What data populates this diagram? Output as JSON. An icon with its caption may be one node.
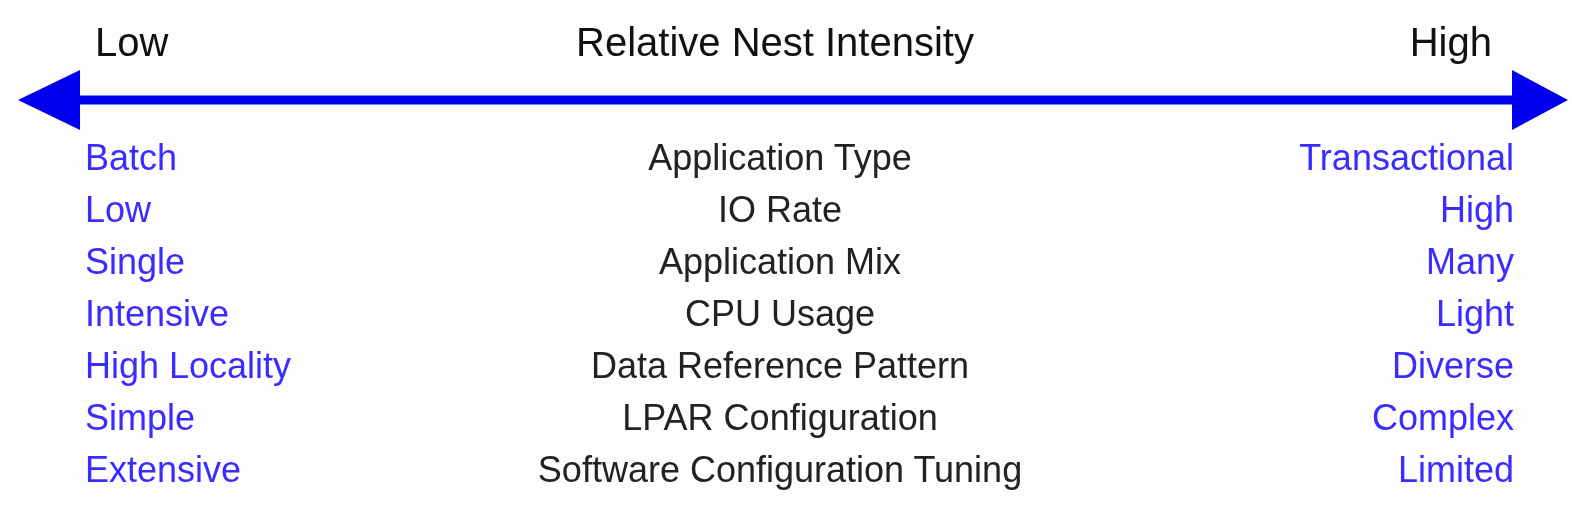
{
  "diagram": {
    "title": "Relative Nest Intensity",
    "labels": [
      "Low",
      "High",
      "Batch",
      "Application Type",
      "Transactional",
      "Low",
      "IO Rate",
      "High",
      "Single",
      "Application Mix",
      "Many",
      "Intensive",
      "CPU Usage",
      "Light",
      "High Locality",
      "Data Reference Pattern",
      "Diverse",
      "Simple",
      "LPAR Configuration",
      "Complex",
      "Extensive",
      "Software Configuration Tuning",
      "Limited"
    ]
  }
}
